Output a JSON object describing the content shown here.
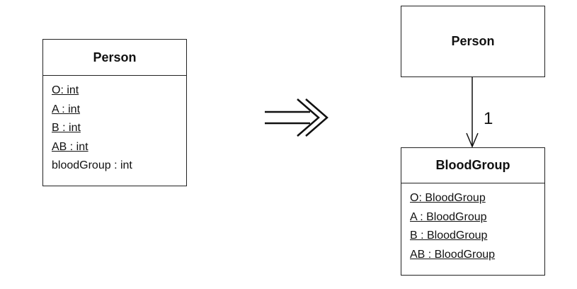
{
  "before": {
    "class_name": "Person",
    "attributes": [
      {
        "text": "O: int",
        "static": true
      },
      {
        "text": "A : int",
        "static": true
      },
      {
        "text": "B : int",
        "static": true
      },
      {
        "text": "AB : int",
        "static": true
      },
      {
        "text": "bloodGroup : int",
        "static": false
      }
    ]
  },
  "after": {
    "person_class": "Person",
    "association_multiplicity": "1",
    "bloodgroup_class": "BloodGroup",
    "bloodgroup_attributes": [
      {
        "text": "O: BloodGroup",
        "static": true
      },
      {
        "text": "A : BloodGroup",
        "static": true
      },
      {
        "text": "B : BloodGroup",
        "static": true
      },
      {
        "text": "AB : BloodGroup",
        "static": true
      }
    ]
  }
}
